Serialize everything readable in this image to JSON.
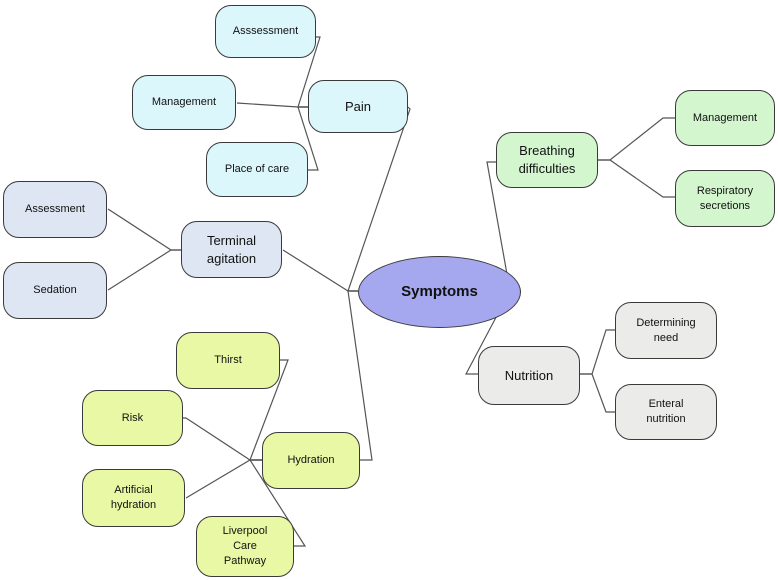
{
  "center": "Symptoms",
  "pain": {
    "label": "Pain",
    "children": [
      "Asssessment",
      "Management",
      "Place of care"
    ]
  },
  "terminal_agitation": {
    "label": "Terminal\nagitation",
    "children": [
      "Assessment",
      "Sedation"
    ]
  },
  "hydration": {
    "label": "Hydration",
    "children": [
      "Thirst",
      "Risk",
      "Artificial\nhydration",
      "Liverpool\nCare\nPathway"
    ]
  },
  "breathing": {
    "label": "Breathing\ndifficulties",
    "children": [
      "Management",
      "Respiratory\nsecretions"
    ]
  },
  "nutrition": {
    "label": "Nutrition",
    "children": [
      "Determining\nneed",
      "Enteral\nnutrition"
    ]
  },
  "colors": {
    "center": "#a6a8ef",
    "pain": "#dcf7fb",
    "terminal_agitation": "#dde6f2",
    "hydration": "#e9f8a4",
    "breathing": "#d3f6cf",
    "nutrition": "#ebebea",
    "border": "#3a3a3a",
    "line": "#555555"
  }
}
